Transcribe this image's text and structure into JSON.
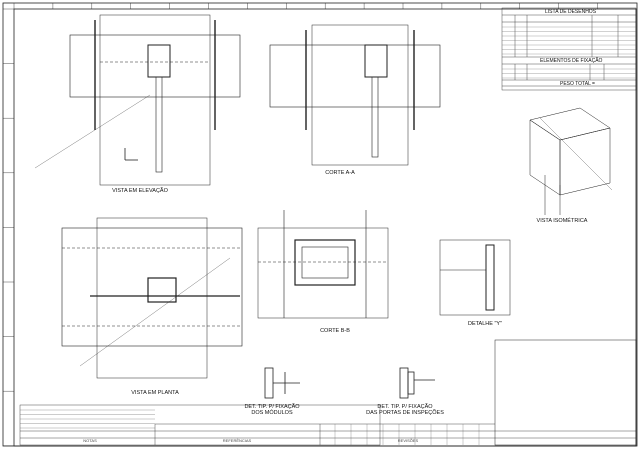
{
  "title_block": {
    "drawing_list_title": "LISTA DE DESENHOS",
    "fixing_elements_title": "ELEMENTOS DE FIXAÇÃO",
    "total_weight_label": "PESO TOTAL ="
  },
  "views": {
    "elevation": "VISTA EM ELEVAÇÃO",
    "section_aa": "CORTE A-A",
    "isometric": "VISTA ISOMÉTRICA",
    "plan": "VISTA EM PLANTA",
    "section_bb": "CORTE B-B",
    "detail_y": "DETALHE \"Y\"",
    "detail_modules": "DET. TIP. P/ FIXAÇÃO\nDOS MÓDULOS",
    "detail_doors": "DET. TIP. P/ FIXAÇÃO\nDAS PORTAS DE INSPEÇÕES"
  },
  "bottom_table": {
    "notes": "NOTAS",
    "references": "REFERÊNCIAS",
    "revisions": "REVISÕES"
  }
}
